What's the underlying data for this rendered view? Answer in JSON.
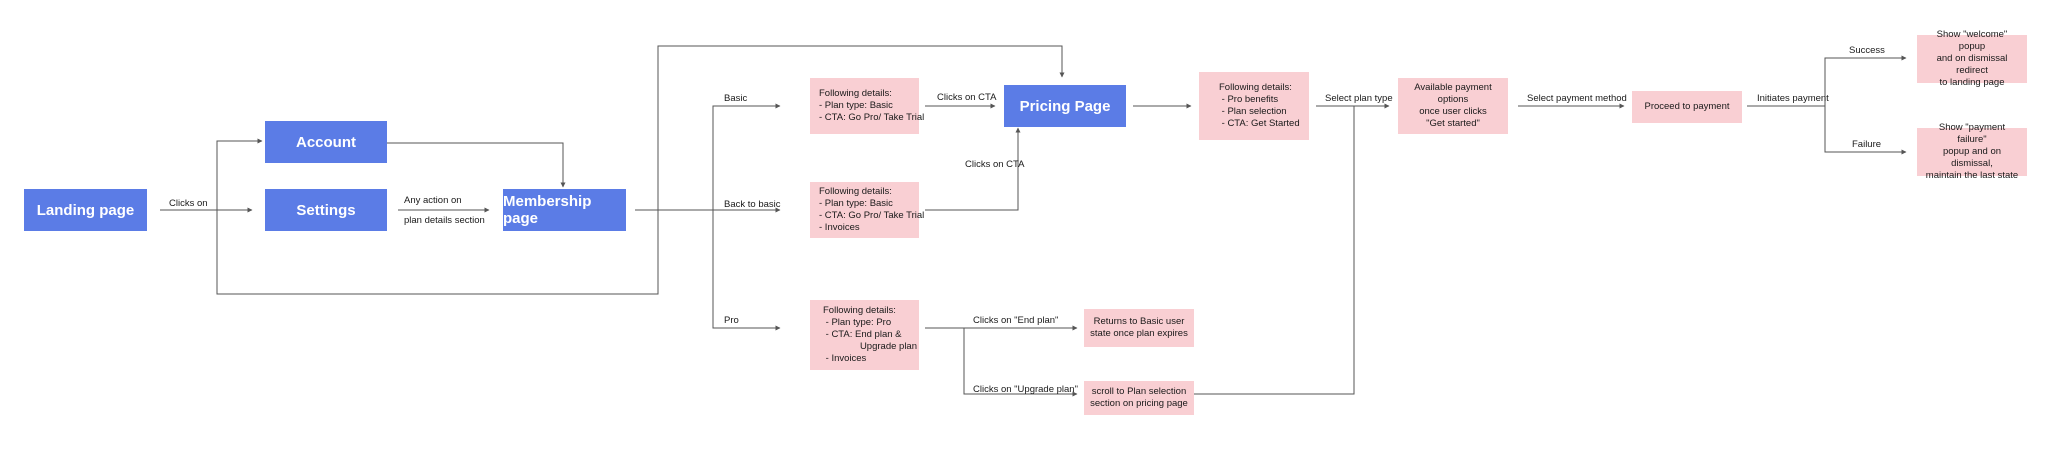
{
  "nodes": {
    "landing_page": "Landing page",
    "account": "Account",
    "settings": "Settings",
    "membership_page": "Membership page",
    "pricing_page": "Pricing Page",
    "basic_details": "Following details:\n- Plan type: Basic\n- CTA: Go Pro/ Take Trial",
    "back_to_basic_details": "Following details:\n- Plan type: Basic\n- CTA: Go Pro/ Take Trial\n- Invoices",
    "pro_details": "Following details:\n - Plan type: Pro\n - CTA: End plan &\n              Upgrade plan\n - Invoices",
    "pricing_details": "Following details:\n - Pro benefits\n - Plan selection\n - CTA: Get Started",
    "payment_options": "Available payment options\nonce user clicks\n\"Get started\"",
    "proceed_to_payment": "Proceed to payment",
    "welcome_popup": "Show \"welcome\" popup\nand on dismissal redirect\nto landing page",
    "failure_popup": "Show \"payment failure\"\npopup and on dismissal,\nmaintain the last state",
    "returns_basic": "Returns to Basic user\nstate once plan expires",
    "scroll_plan_selection": "scroll to Plan selection\nsection on pricing page"
  },
  "labels": {
    "clicks_on": "Clicks on",
    "any_action_on": "Any action on",
    "plan_details_section": "plan details section",
    "basic": "Basic",
    "back_to_basic": "Back to basic",
    "pro": "Pro",
    "clicks_on_cta_top": "Clicks on CTA",
    "clicks_on_cta_mid": "Clicks on CTA",
    "clicks_on_end_plan": "Clicks on \"End plan\"",
    "clicks_on_upgrade_plan": "Clicks on \"Upgrade plan\"",
    "select_plan_type": "Select plan type",
    "select_payment_method": "Select payment method",
    "initiates_payment": "Initiates payment",
    "success": "Success",
    "failure": "Failure"
  },
  "colors": {
    "blue_node": "#5b7ce6",
    "pink_node": "#f9cfd3",
    "connector": "#555555"
  }
}
